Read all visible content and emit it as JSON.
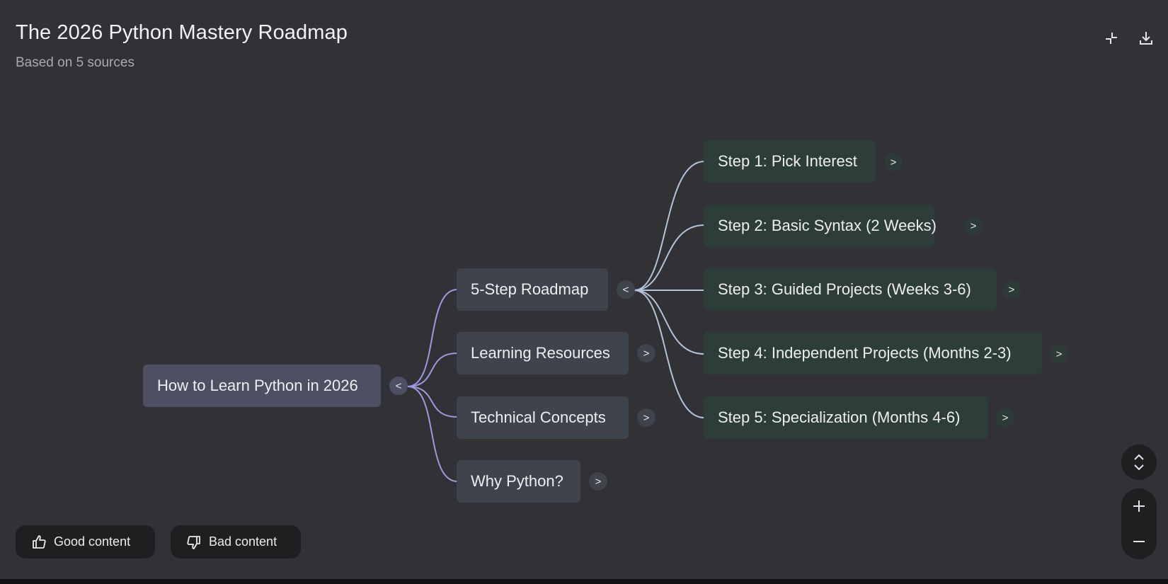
{
  "header": {
    "title": "The 2026 Python Mastery Roadmap",
    "subtitle": "Based on 5 sources",
    "icons": [
      "collapse-icon",
      "download-icon"
    ]
  },
  "mindmap": {
    "root": {
      "label": "How to Learn Python in 2026",
      "toggle": "<",
      "expanded": true
    },
    "branches": [
      {
        "label": "5-Step Roadmap",
        "toggle": "<",
        "expanded": true
      },
      {
        "label": "Learning Resources",
        "toggle": ">",
        "expanded": false
      },
      {
        "label": "Technical Concepts",
        "toggle": ">",
        "expanded": false
      },
      {
        "label": "Why Python?",
        "toggle": ">",
        "expanded": false
      }
    ],
    "roadmap_steps": [
      {
        "label": "Step 1: Pick Interest",
        "toggle": ">"
      },
      {
        "label": "Step 2: Basic Syntax (2 Weeks)",
        "toggle": ">"
      },
      {
        "label": "Step 3: Guided Projects (Weeks 3-6)",
        "toggle": ">"
      },
      {
        "label": "Step 4: Independent Projects (Months 2-3)",
        "toggle": ">"
      },
      {
        "label": "Step 5: Specialization (Months 4-6)",
        "toggle": ">"
      }
    ],
    "colors": {
      "root_node": "#4d4f63",
      "branch_node": "#3e434c",
      "step_node": "#2d3d39",
      "root_edges": "#9d9ae0",
      "step_edges": "#b3c3d9"
    }
  },
  "feedback": {
    "good_label": "Good content",
    "bad_label": "Bad content"
  },
  "controls": {
    "fit_icon": "expand-vertical-icon",
    "zoom_in_icon": "plus-icon",
    "zoom_out_icon": "minus-icon"
  }
}
